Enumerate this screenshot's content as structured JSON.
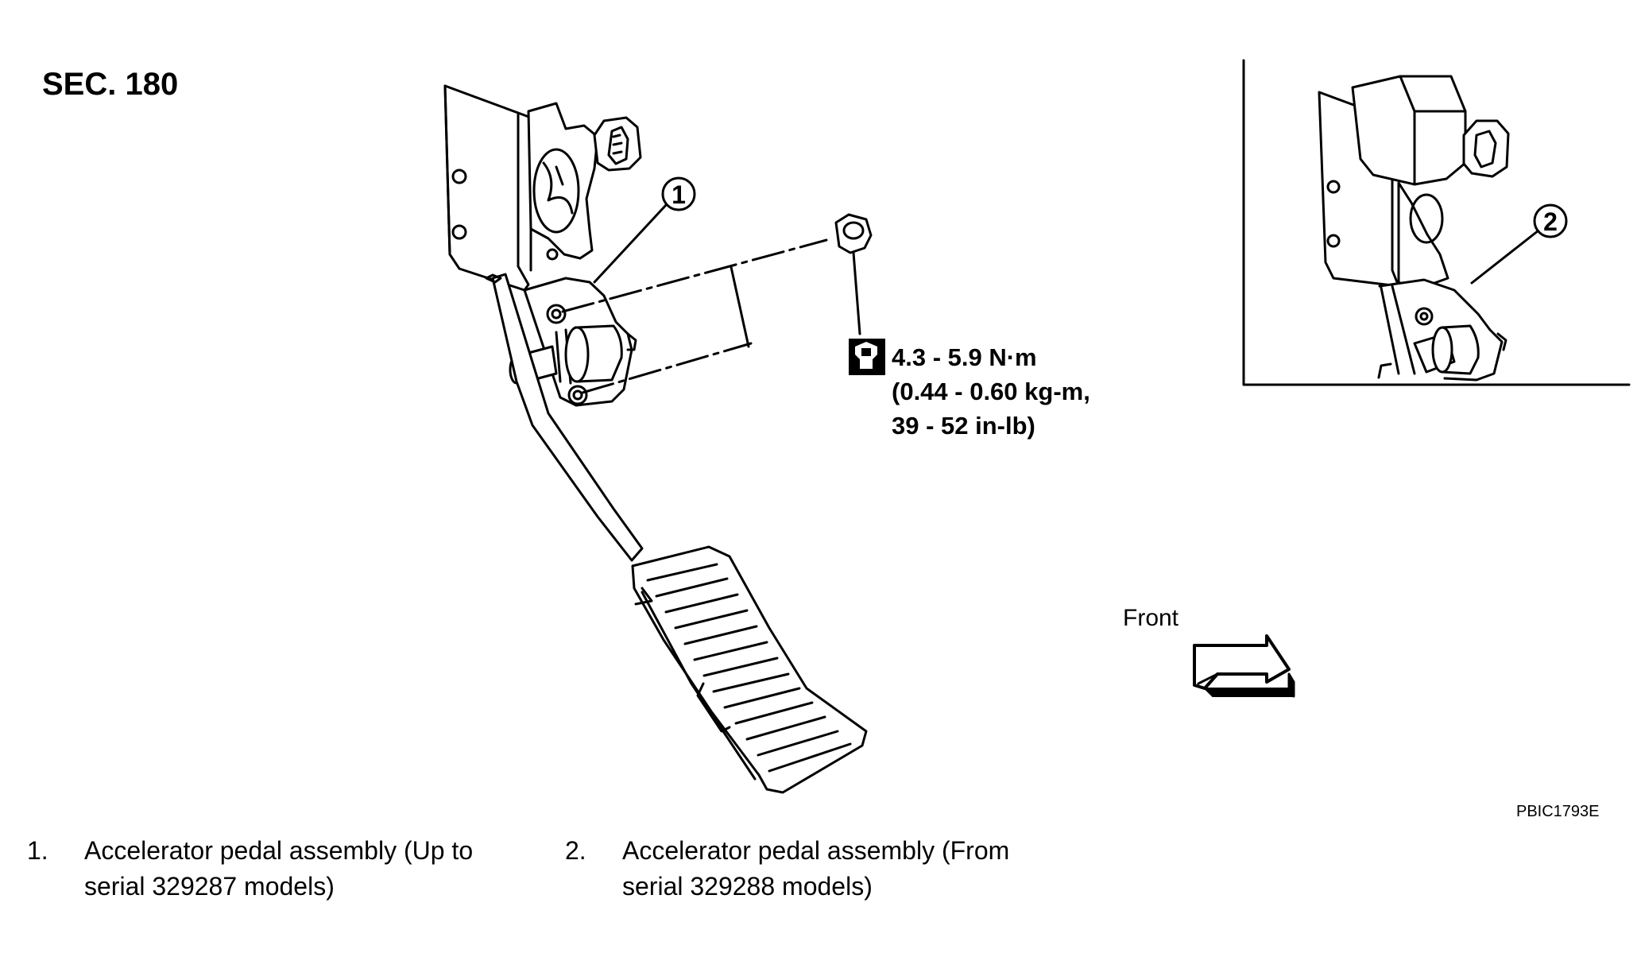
{
  "section_label": "SEC. 180",
  "torque_spec": {
    "line1": "4.3 - 5.9 N·m",
    "line2": "(0.44 - 0.60 kg-m,",
    "line3": "39 - 52 in-lb)"
  },
  "callouts": {
    "c1": "1",
    "c2": "2"
  },
  "front_label": "Front",
  "figure_code": "PBIC1793E",
  "legend": [
    {
      "number": "1.",
      "text_line1": "Accelerator pedal assembly (Up to",
      "text_line2": "serial 329287 models)"
    },
    {
      "number": "2.",
      "text_line1": "Accelerator pedal assembly (From",
      "text_line2": "serial 329288 models)"
    }
  ],
  "icons": {
    "torque": "torque-wrench-icon",
    "front_arrow": "front-arrow-icon"
  }
}
